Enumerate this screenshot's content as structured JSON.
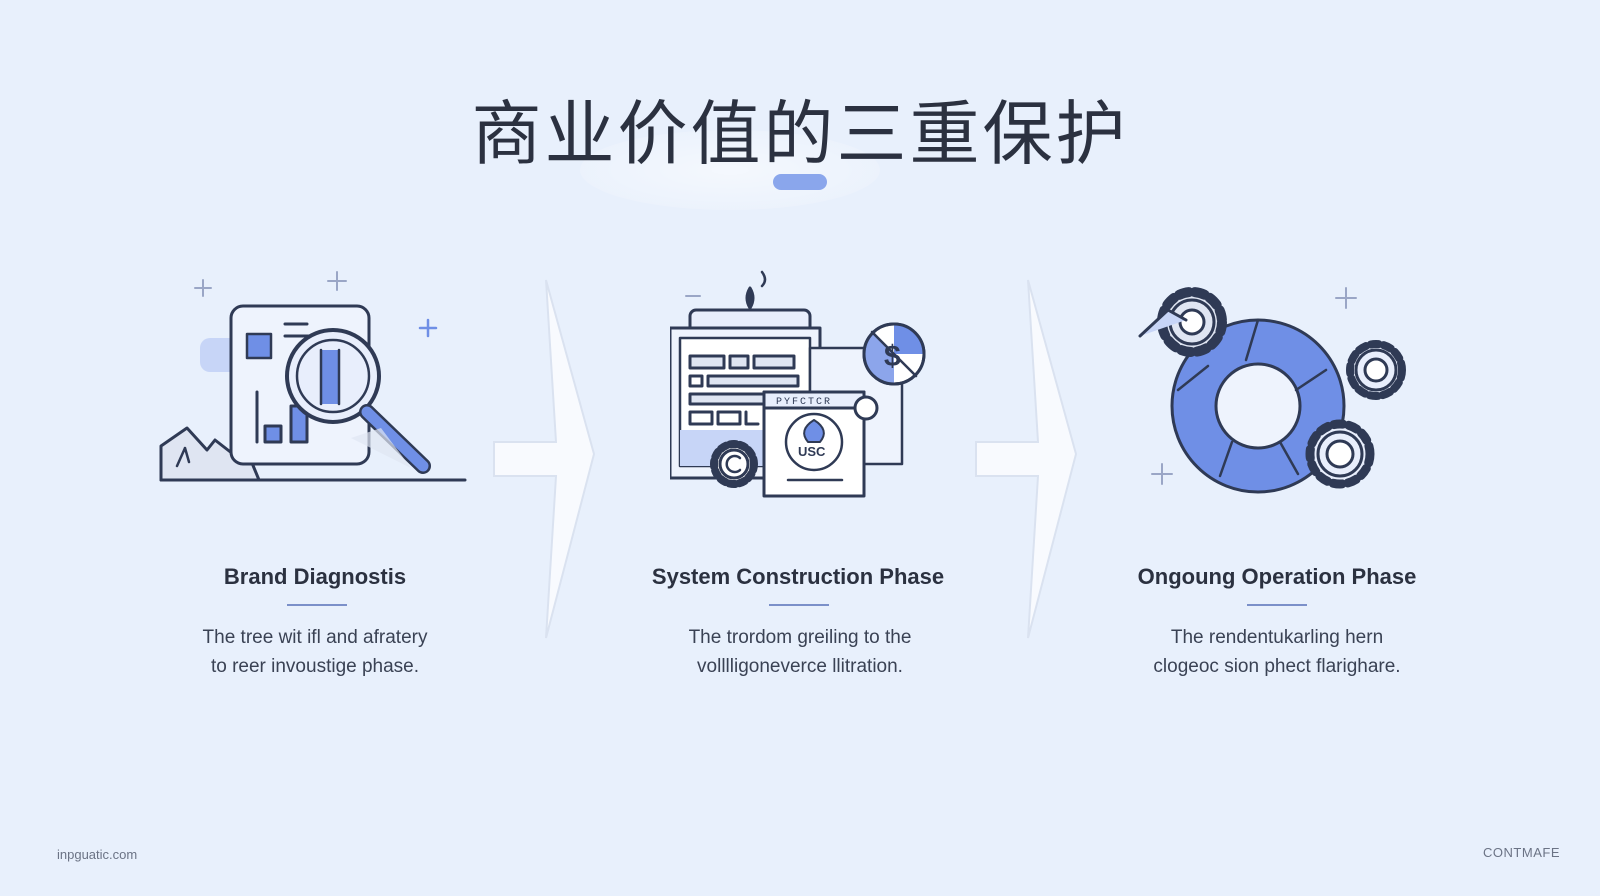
{
  "title": "商业价值的三重保护",
  "steps": [
    {
      "title": "Brand Diagnostis",
      "desc": [
        "The tree wit ifl and afratery",
        "to reer invoustige phase."
      ],
      "icon": "document-magnifier-icon"
    },
    {
      "title": "System Construction Phase",
      "desc": [
        "The trordom greiling to the",
        "volllligoneverce llitration."
      ],
      "icon": "blueprint-dashboard-icon",
      "icon_text": {
        "badge": "USC",
        "panel": "PYFCTCR"
      }
    },
    {
      "title": "Ongoung Operation Phase",
      "desc": [
        "The rendentukarling hern",
        "clogeoc sion phect flarighare."
      ],
      "icon": "gear-ring-icon"
    }
  ],
  "footer": {
    "left": "inpguatic.com",
    "right": "CONTMAFE"
  },
  "colors": {
    "accent": "#6f8fe6",
    "accent_light": "#c7d5f7",
    "ink": "#2b3140",
    "background": "#e8f0fc"
  }
}
